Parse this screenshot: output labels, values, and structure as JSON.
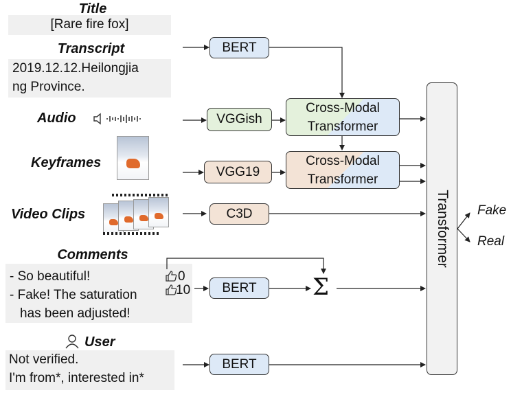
{
  "title": {
    "heading": "Title",
    "value": "[Rare fire fox]"
  },
  "transcript": {
    "heading": "Transcript",
    "line1": "2019.12.12.Heilongjia",
    "line2": "ng Province."
  },
  "modalities": {
    "audio": "Audio",
    "keyframes": "Keyframes",
    "video_clips": "Video Clips"
  },
  "comments": {
    "heading": "Comments",
    "line1": "- So beautiful!",
    "line2": "- Fake! The saturation",
    "line3": "has been adjusted!",
    "likes1": "0",
    "likes2": "10"
  },
  "user": {
    "heading": "User",
    "line1": "Not verified.",
    "line2": "I'm from*, interested in*"
  },
  "boxes": {
    "bert_title": "BERT",
    "vggish": "VGGish",
    "vgg19": "VGG19",
    "c3d": "C3D",
    "bert_comments": "BERT",
    "bert_user": "BERT",
    "cross_modal_1": [
      "Cross-Modal",
      "Transformer"
    ],
    "cross_modal_2": [
      "Cross-Modal",
      "Transformer"
    ],
    "transformer": "Transformer"
  },
  "sum_symbol": "Σ",
  "outputs": {
    "fake": "Fake",
    "real": "Real"
  },
  "icons": [
    "speaker-icon",
    "audio-waveform-icon",
    "thumbs-up-icon",
    "user-icon",
    "sum-icon"
  ],
  "colors": {
    "bert": "#dde9f7",
    "vggish": "#e4f1dc",
    "vgg": "#f3e3d6",
    "panel": "#f0f0f0"
  }
}
